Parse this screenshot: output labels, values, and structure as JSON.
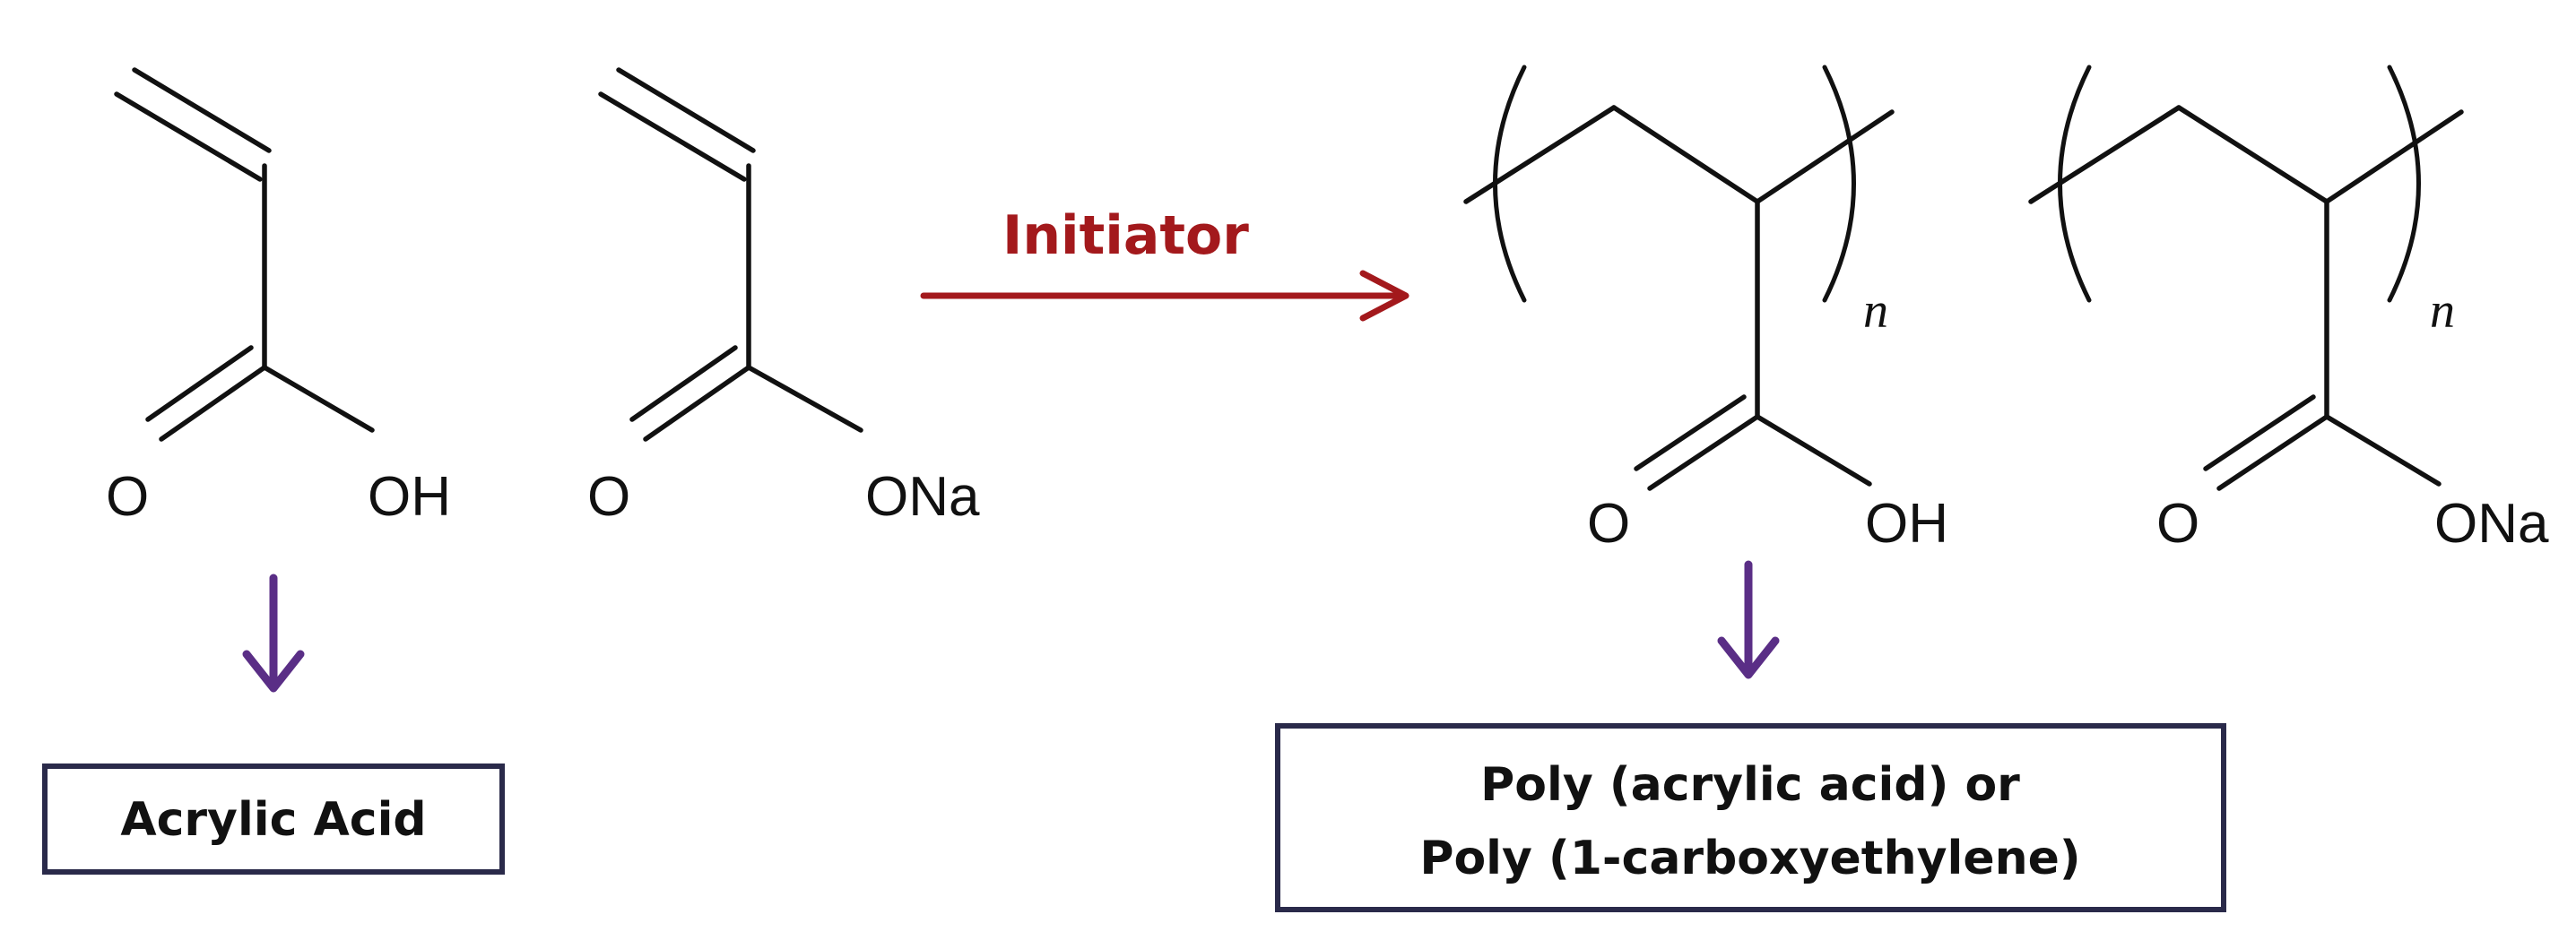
{
  "reaction": {
    "initiator_label": "Initiator"
  },
  "monomers": {
    "acid": {
      "carbonyl_o": "O",
      "hydroxyl": "OH"
    },
    "salt": {
      "carbonyl_o": "O",
      "group": "ONa"
    }
  },
  "polymers": {
    "acid": {
      "carbonyl_o": "O",
      "hydroxyl": "OH",
      "repeat": "n"
    },
    "salt": {
      "carbonyl_o": "O",
      "group": "ONa",
      "repeat": "n"
    }
  },
  "labels": {
    "monomer_name": "Acrylic Acid",
    "polymer_name_line1": "Poly (acrylic acid) or",
    "polymer_name_line2": "Poly (1-carboxyethylene)"
  },
  "colors": {
    "initiator_arrow": "#a3191c",
    "pointer_arrow": "#5a2e86",
    "box_border": "#2a2a4a"
  }
}
